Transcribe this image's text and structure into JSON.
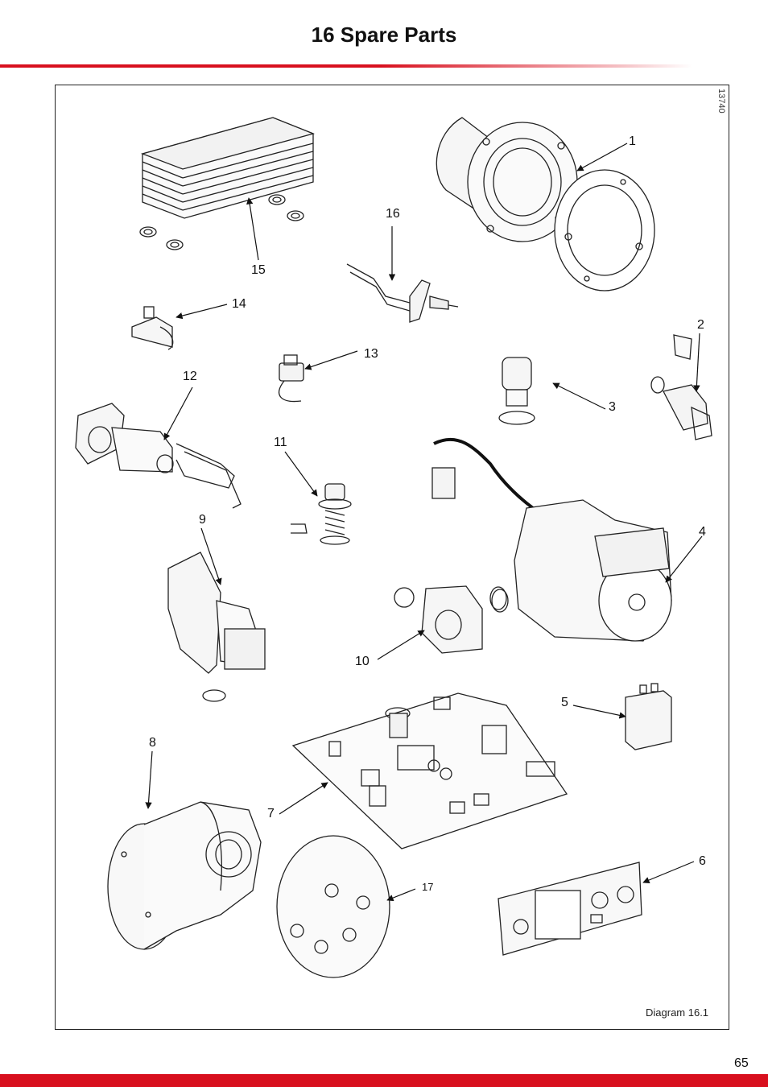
{
  "page": {
    "title": "16 Spare Parts",
    "page_number": "65",
    "accent_color": "#d8101e"
  },
  "diagram": {
    "drawing_code": "13740",
    "caption": "Diagram 16.1",
    "callouts": {
      "c1": "1",
      "c2": "2",
      "c3": "3",
      "c4": "4",
      "c5": "5",
      "c6": "6",
      "c7": "7",
      "c8": "8",
      "c9": "9",
      "c10": "10",
      "c11": "11",
      "c12": "12",
      "c13": "13",
      "c14": "14",
      "c15": "15",
      "c16": "16",
      "c17": "17"
    }
  }
}
